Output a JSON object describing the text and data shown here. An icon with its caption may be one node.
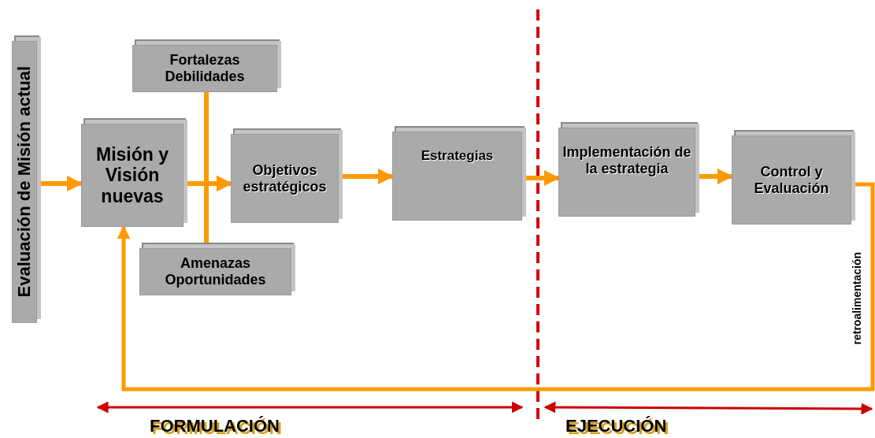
{
  "diagram": {
    "nodes": [
      {
        "text": [
          "Evaluación de Misión actual"
        ]
      },
      {
        "text": [
          "Fortalezas Debilidades"
        ]
      },
      {
        "text": [
          "Misión y Visión nuevas"
        ]
      },
      {
        "text": [
          "Amenazas Oportunidades"
        ]
      },
      {
        "text": [
          "Objetivos estratégicos"
        ]
      },
      {
        "text": [
          "Estrategias"
        ]
      },
      {
        "text": [
          "Implementación de la estrategia"
        ]
      },
      {
        "text": [
          "Control y Evaluación"
        ]
      }
    ],
    "edges": [
      {
        "from": 0,
        "to": 2,
        "arrow": "to"
      },
      {
        "from": 1,
        "to": 4,
        "arrow": "to"
      },
      {
        "from": 2,
        "to": 4,
        "arrow": "to"
      },
      {
        "from": 3,
        "to": 4,
        "arrow": "to"
      },
      {
        "from": 4,
        "to": 5,
        "arrow": "to"
      },
      {
        "from": 5,
        "to": 6,
        "arrow": "to"
      },
      {
        "from": 6,
        "to": 7,
        "arrow": "to"
      },
      {
        "from": 7,
        "to": 2,
        "arrow": "to",
        "label": "retroalimentación"
      }
    ],
    "labels": [
      "FORMULACIÓN",
      "EJECUCIÓN"
    ]
  }
}
